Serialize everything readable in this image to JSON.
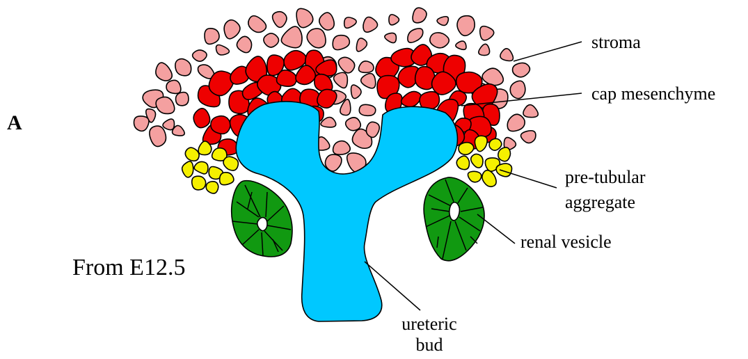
{
  "panel_letter": "A",
  "stage_text": "From E12.5",
  "labels": {
    "stroma": "stroma",
    "cap_mesenchyme": "cap mesenchyme",
    "pre_tubular_line1": "pre-tubular",
    "pre_tubular_line2": "aggregate",
    "renal_vesicle": "renal vesicle",
    "ureteric_line1": "ureteric",
    "ureteric_line2": "bud"
  },
  "colors": {
    "stroma": "#f4a0a0",
    "cap_mesenchyme": "#ee0000",
    "pre_tubular_aggregate": "#f5f000",
    "renal_vesicle": "#119911",
    "ureteric_bud": "#00c8ff",
    "outline": "#000000"
  }
}
